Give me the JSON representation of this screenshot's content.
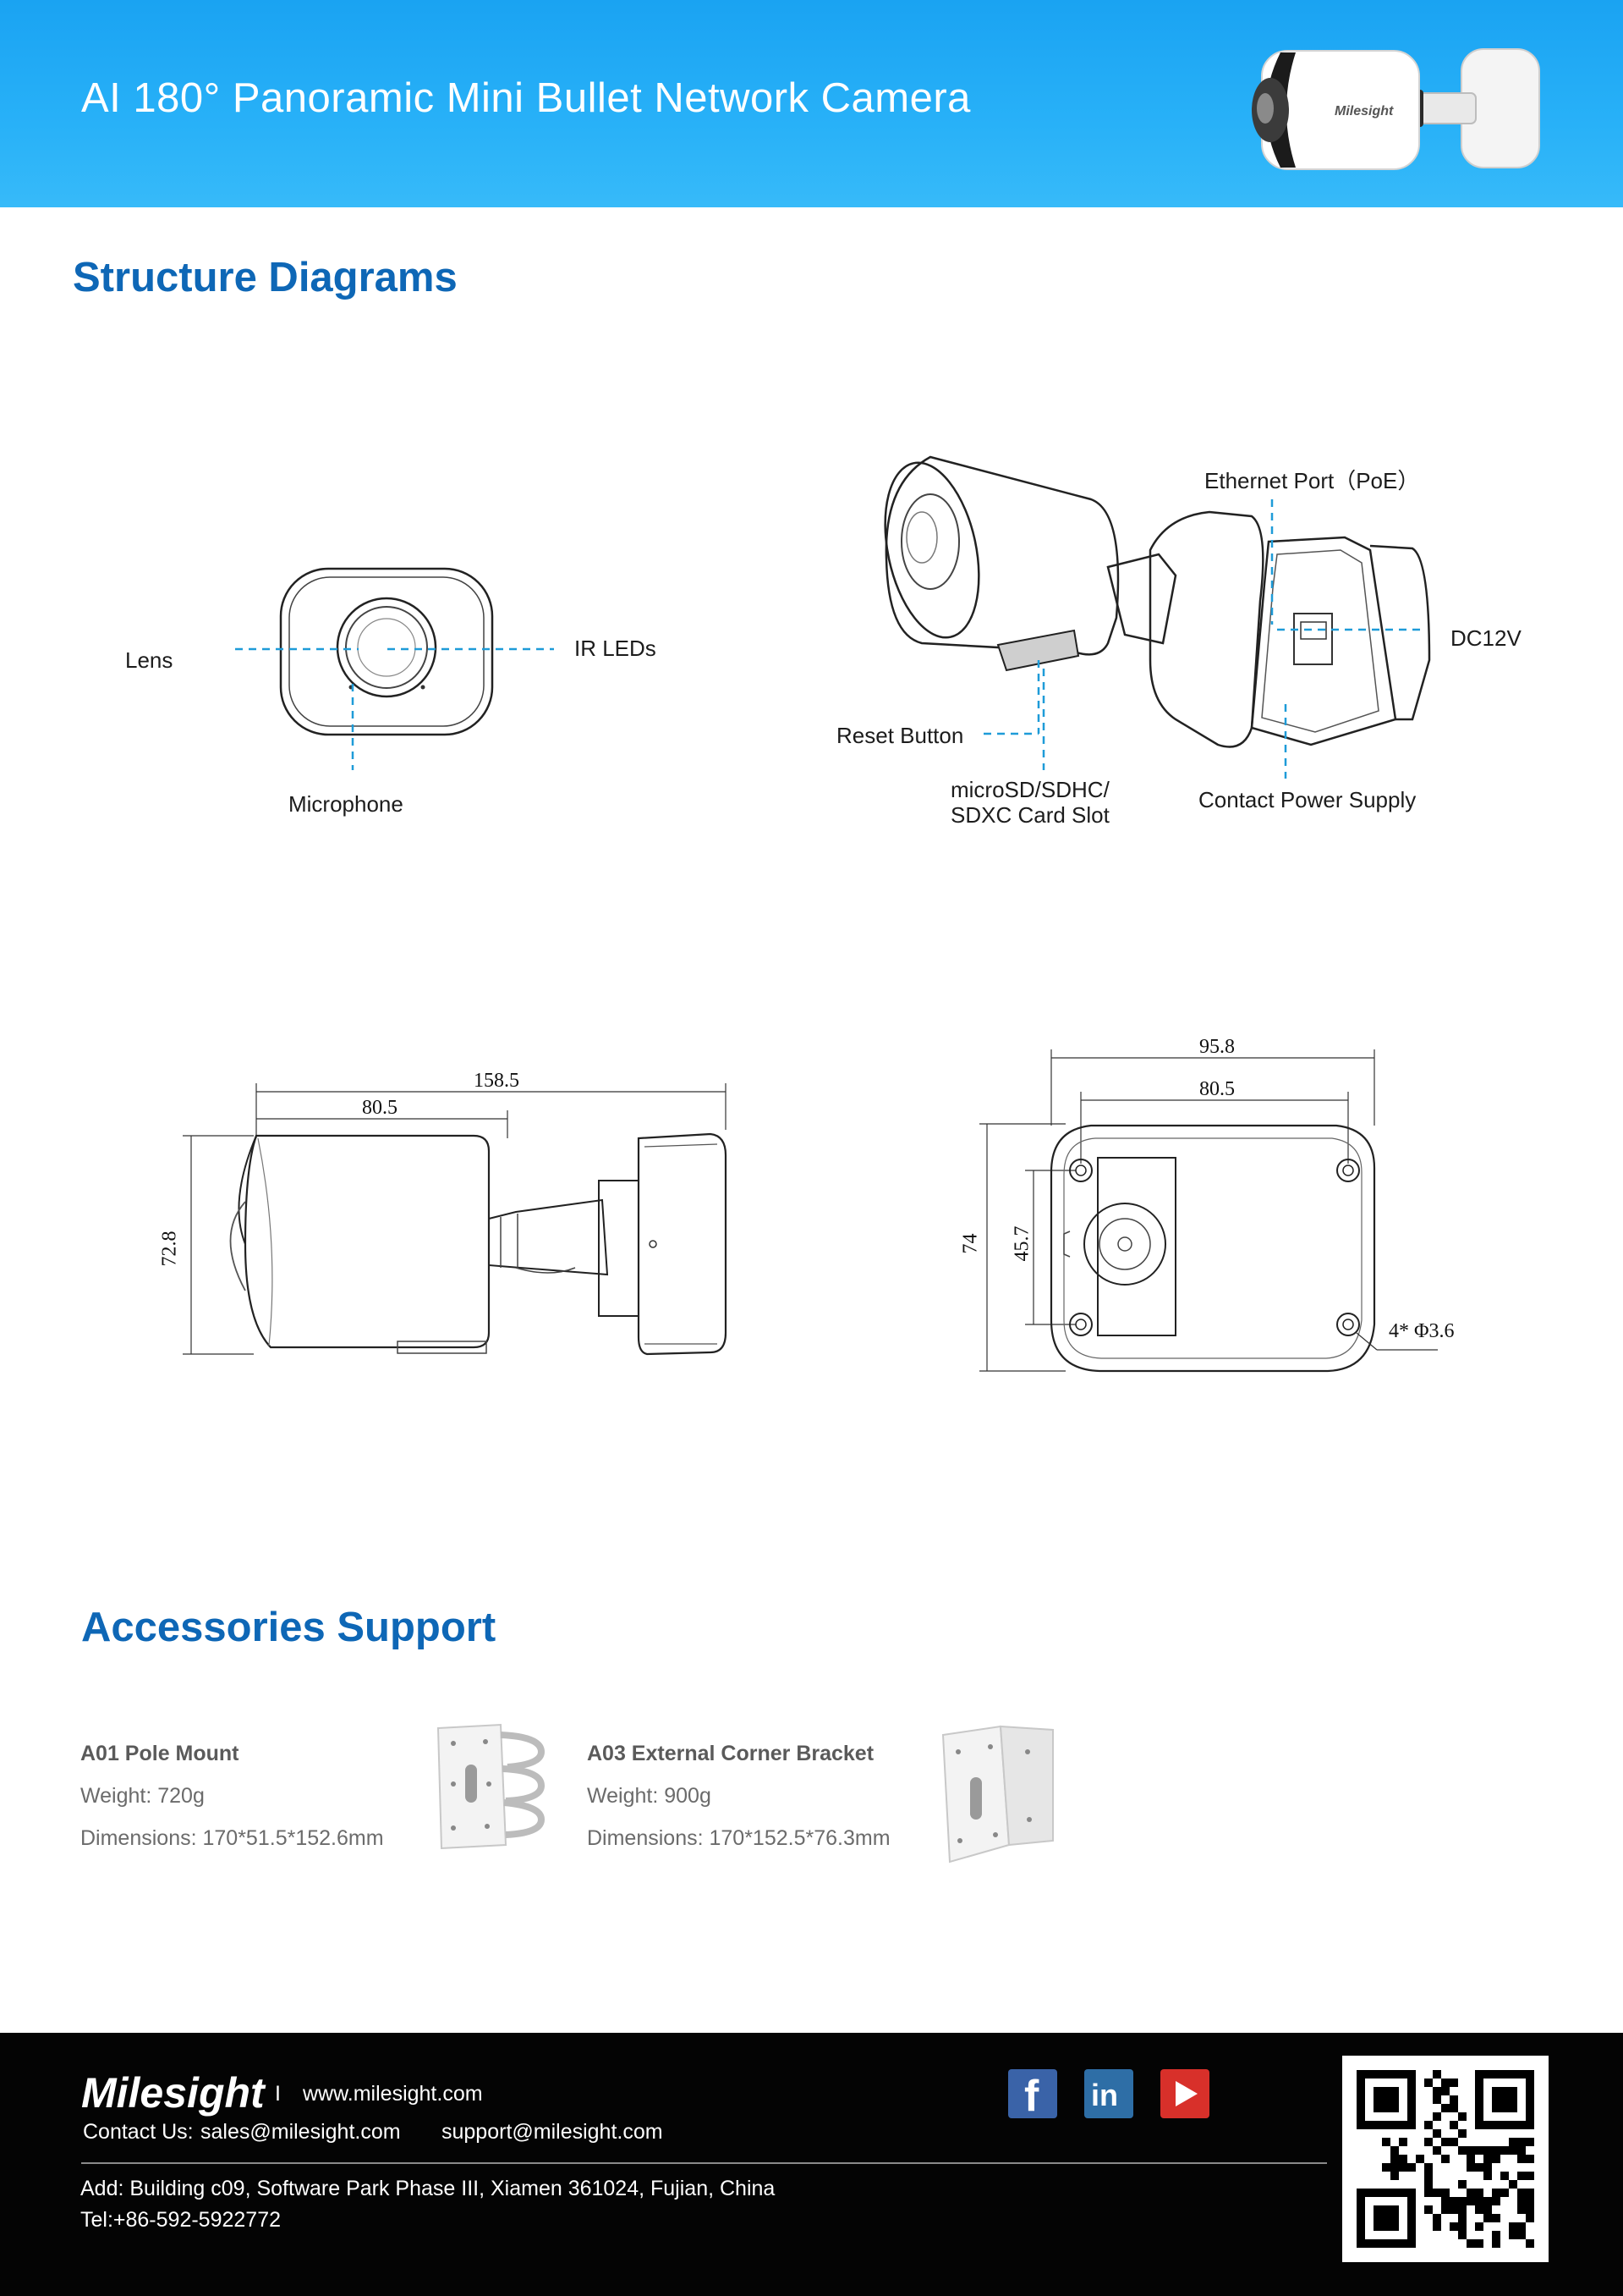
{
  "header": {
    "title": "AI 180° Panoramic Mini Bullet Network Camera",
    "camera_logo": "Milesight"
  },
  "structure": {
    "title": "Structure Diagrams",
    "front_labels": {
      "lens": "Lens",
      "ir_leds": "IR LEDs",
      "microphone": "Microphone"
    },
    "back_labels": {
      "ethernet": "Ethernet Port（PoE）",
      "dc12v": "DC12V",
      "reset": "Reset Button",
      "card_slot_1": "microSD/SDHC/",
      "card_slot_2": "SDXC Card Slot",
      "power": "Contact Power Supply"
    }
  },
  "dimensions": {
    "side": {
      "total_length": "158.5",
      "body_length": "80.5",
      "height": "72.8"
    },
    "base": {
      "width": "95.8",
      "hole_width": "80.5",
      "height": "74",
      "hole_height": "45.7",
      "holes": "4* Φ3.6"
    }
  },
  "accessories": {
    "title": "Accessories Support",
    "items": [
      {
        "name": "A01 Pole Mount",
        "weight": "Weight: 720g",
        "dimensions": "Dimensions: 170*51.5*152.6mm"
      },
      {
        "name": "A03 External Corner Bracket",
        "weight": "Weight: 900g",
        "dimensions": "Dimensions: 170*152.5*76.3mm"
      }
    ]
  },
  "footer": {
    "brand": "Milesight",
    "separator": "I",
    "website": "www.milesight.com",
    "contact_label": "Contact Us:",
    "sales_email": "sales@milesight.com",
    "support_email": "support@milesight.com",
    "address": "Add: Building c09, Software Park Phase III, Xiamen 361024, Fujian, China",
    "tel": "Tel:+86-592-5922772",
    "social": {
      "facebook": "f",
      "linkedin": "in"
    }
  },
  "colors": {
    "header_blue": "#1aa3f2",
    "title_blue": "#0e67b6",
    "callout_blue": "#1e9bd8",
    "footer_black": "#040404"
  }
}
